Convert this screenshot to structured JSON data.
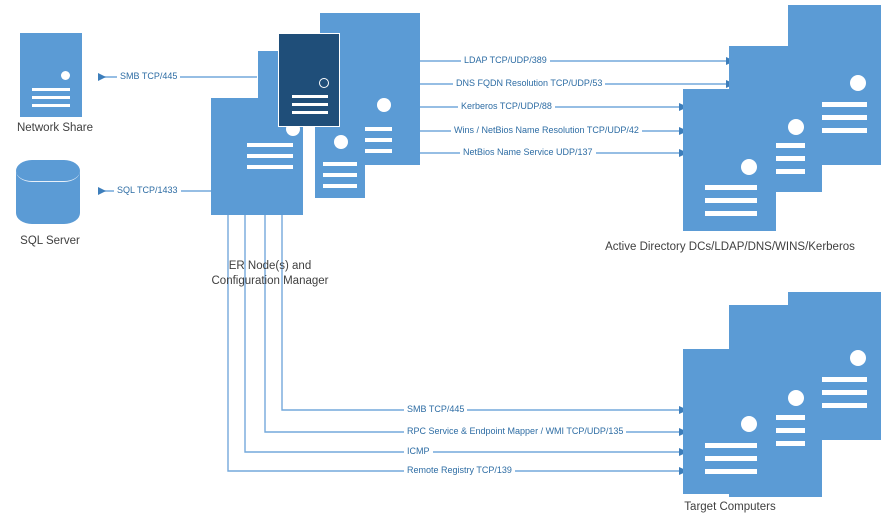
{
  "diagram": {
    "title": "ER Node(s) and Configuration Manager network port flows",
    "colors": {
      "server_blue": "#5B9BD5",
      "server_dark_blue": "#1F4E79",
      "wire_blue": "#5B9BD5",
      "label_text": "#2E6DA4",
      "node_text": "#3F3F3F",
      "background": "#FFFFFF"
    }
  },
  "nodes": {
    "network_share": {
      "label": "Network Share",
      "shape": "server"
    },
    "sql_server": {
      "label": "SQL Server",
      "shape": "cylinder"
    },
    "er_node": {
      "label": "ER Node(s) and\nConfiguration Manager",
      "shape": "server-stack"
    },
    "active_directory": {
      "label": "Active Directory DCs/LDAP/DNS/WINS/Kerberos",
      "shape": "server-stack"
    },
    "target_computers": {
      "label": "Target Computers",
      "shape": "server-stack"
    }
  },
  "connections": {
    "left": [
      {
        "id": "smb-share",
        "label": "SMB TCP/445",
        "from": "er_node",
        "to": "network_share"
      },
      {
        "id": "sql",
        "label": "SQL TCP/1433",
        "from": "er_node",
        "to": "sql_server"
      }
    ],
    "to_active_directory": [
      {
        "id": "ldap",
        "label": "LDAP TCP/UDP/389",
        "from": "er_node",
        "to": "active_directory"
      },
      {
        "id": "dns",
        "label": "DNS FQDN Resolution TCP/UDP/53",
        "from": "er_node",
        "to": "active_directory"
      },
      {
        "id": "kerberos",
        "label": "Kerberos  TCP/UDP/88",
        "from": "er_node",
        "to": "active_directory"
      },
      {
        "id": "wins",
        "label": "Wins / NetBios Name Resolution  TCP/UDP/42",
        "from": "er_node",
        "to": "active_directory"
      },
      {
        "id": "netbios",
        "label": "NetBios Name Service  UDP/137",
        "from": "er_node",
        "to": "active_directory"
      }
    ],
    "to_target_computers": [
      {
        "id": "smb-target",
        "label": "SMB TCP/445",
        "from": "er_node",
        "to": "target_computers"
      },
      {
        "id": "rpc-wmi",
        "label": "RPC Service & Endpoint Mapper / WMI TCP/UDP/135",
        "from": "er_node",
        "to": "target_computers"
      },
      {
        "id": "icmp",
        "label": "ICMP",
        "from": "er_node",
        "to": "target_computers"
      },
      {
        "id": "remote-registry",
        "label": "Remote Registry TCP/139",
        "from": "er_node",
        "to": "target_computers"
      }
    ]
  }
}
